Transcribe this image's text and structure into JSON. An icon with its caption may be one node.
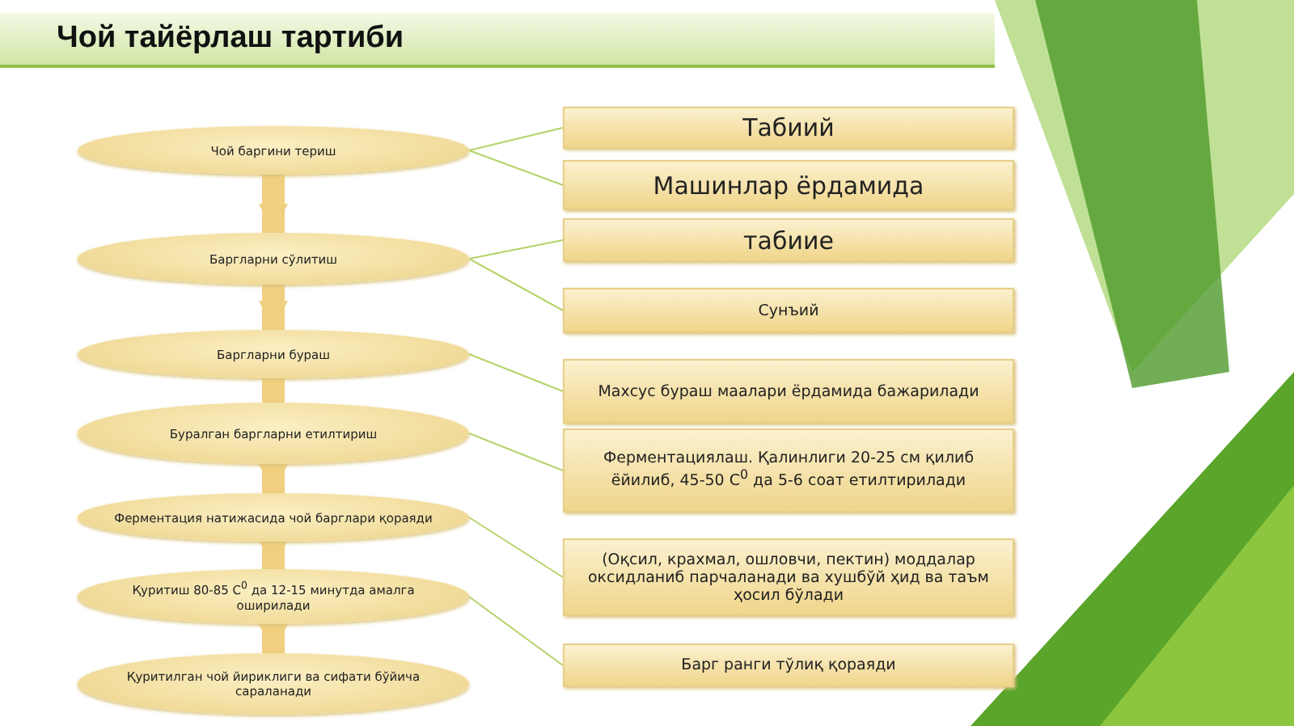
{
  "diagram": {
    "title": "Чой тайёрлаш тартиби",
    "nodes": [
      {
        "text": [
          "Чой баргини териш"
        ]
      },
      {
        "text": [
          "Баргларни сўлитиш"
        ]
      },
      {
        "text": [
          "Баргларни бураш"
        ]
      },
      {
        "text": [
          "Буралган баргларни етилтириш"
        ]
      },
      {
        "text": [
          "Ферментация натижасида чой барглари қораяди"
        ]
      },
      {
        "text": [
          "Қуритиш 80-85 С$^{0}$ да 12-15 минутда амалга оширилади"
        ]
      },
      {
        "text": [
          "Қуритилган чой йириклиги ва сифати бўйича сараланади"
        ]
      },
      {
        "text": [
          "Табиий"
        ]
      },
      {
        "text": [
          "Машинлар ёрдамида"
        ]
      },
      {
        "text": [
          "табиие"
        ]
      },
      {
        "text": [
          "Сунъий"
        ]
      },
      {
        "text": [
          "Махсус бураш маалари ёрдамида бажарилади"
        ]
      },
      {
        "text": [
          "Ферментациялаш. Қалинлиги 20-25 см қилиб ёйилиб, 45-50 С$^{0}$ да 5-6 соат етилтирилади"
        ]
      },
      {
        "text": [
          "(Оқсил, крахмал, ошловчи, пектин) моддалар оксидланиб парчаланади ва хушбўй ҳид ва таъм ҳосил бўлади"
        ]
      },
      {
        "text": [
          "Барг ранги тўлиқ қораяди"
        ]
      }
    ],
    "edges": [
      {
        "from": 0,
        "to": 1,
        "arrow": "to",
        "style": "thick"
      },
      {
        "from": 1,
        "to": 2,
        "arrow": "to",
        "style": "thick"
      },
      {
        "from": 2,
        "to": 3,
        "arrow": "to",
        "style": "thick"
      },
      {
        "from": 3,
        "to": 4,
        "arrow": "to",
        "style": "thick"
      },
      {
        "from": 4,
        "to": 5,
        "arrow": "to",
        "style": "thick"
      },
      {
        "from": 5,
        "to": 6,
        "arrow": "to",
        "style": "thick"
      },
      {
        "from": 0,
        "to": 7,
        "arrow": "none"
      },
      {
        "from": 0,
        "to": 8,
        "arrow": "none"
      },
      {
        "from": 1,
        "to": 9,
        "arrow": "none"
      },
      {
        "from": 1,
        "to": 10,
        "arrow": "none"
      },
      {
        "from": 2,
        "to": 11,
        "arrow": "none"
      },
      {
        "from": 3,
        "to": 12,
        "arrow": "none"
      },
      {
        "from": 4,
        "to": 13,
        "arrow": "none"
      },
      {
        "from": 5,
        "to": 14,
        "arrow": "none"
      }
    ]
  }
}
